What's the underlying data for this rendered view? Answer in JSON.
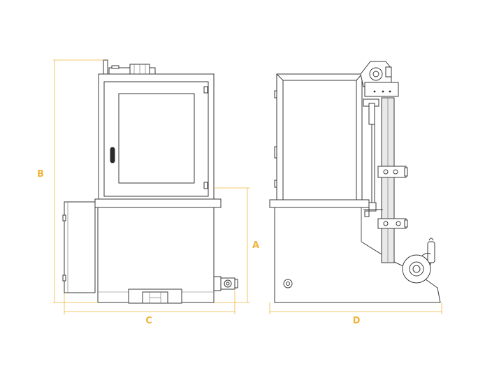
{
  "dimensions": {
    "a": {
      "label": "A"
    },
    "b": {
      "label": "B"
    },
    "c": {
      "label": "C"
    },
    "d": {
      "label": "D"
    }
  },
  "colors": {
    "dimension": "#f0b43c",
    "linework": "#3a3a3a",
    "background": "#ffffff"
  }
}
